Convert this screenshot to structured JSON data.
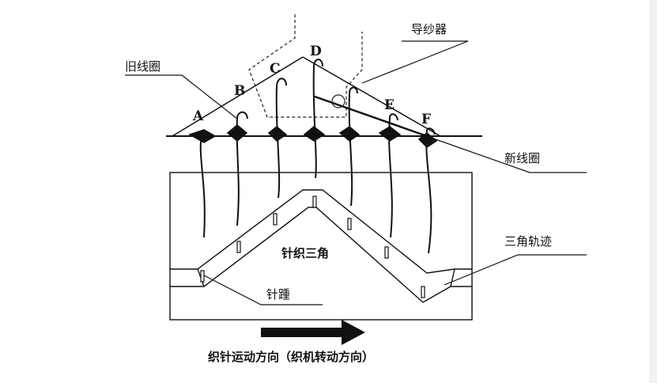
{
  "diagram": {
    "labels": {
      "yarn_guide": "导纱器",
      "old_loop": "旧线圈",
      "new_loop": "新线圈",
      "cam_track": "三角轨迹",
      "knitting_cam": "针织三角",
      "needle_butt": "针踵",
      "direction": "织针运动方向（织机转动方向）"
    },
    "needle_letters": [
      "A",
      "B",
      "C",
      "D",
      "E",
      "F"
    ],
    "colors": {
      "ink": "#111111",
      "background": "#ffffff"
    }
  }
}
